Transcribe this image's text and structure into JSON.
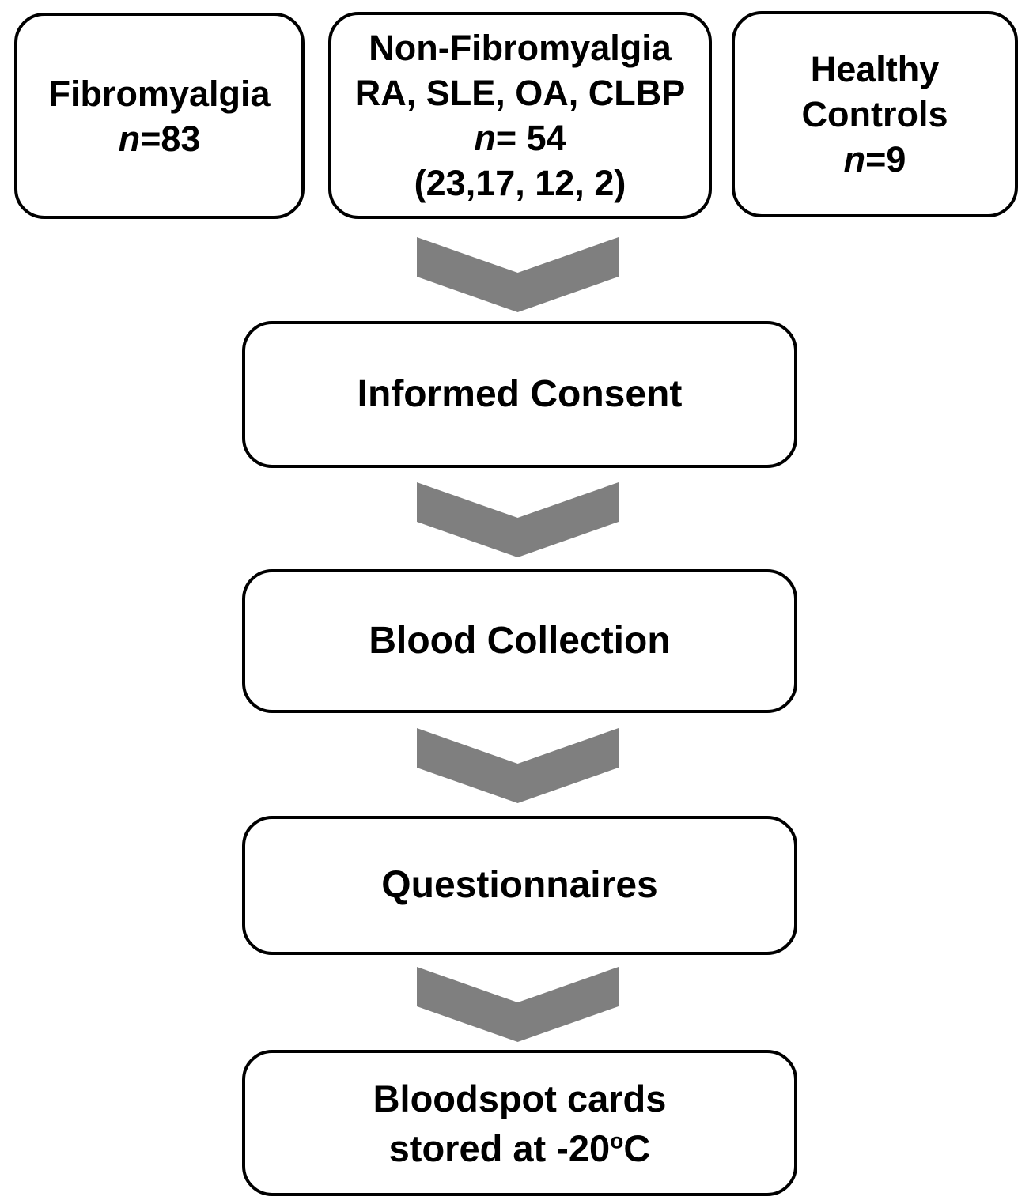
{
  "colors": {
    "background": "#ffffff",
    "box_fill": "#ffffff",
    "box_border": "#000000",
    "text": "#000000",
    "arrow_fill": "#7f7f7f"
  },
  "icons": {
    "arrow": "chevron-down"
  },
  "cohorts": [
    {
      "title": "Fibromyalgia",
      "n_italic": "n",
      "n_rest": "=83"
    },
    {
      "title": "Non-Fibromyalgia",
      "subtitle": "RA, SLE, OA, CLBP",
      "n_italic": "n",
      "n_rest": "= 54",
      "breakdown": "(23,17, 12, 2)"
    },
    {
      "title": "Healthy",
      "title2": "Controls",
      "n_italic": "n",
      "n_rest": "=9"
    }
  ],
  "steps": [
    {
      "label": "Informed Consent"
    },
    {
      "label": "Blood Collection"
    },
    {
      "label": "Questionnaires"
    }
  ],
  "final_step": {
    "line1": "Bloodspot cards",
    "line2_prefix": "stored at -20",
    "line2_sup": "o",
    "line2_suffix": "C"
  }
}
